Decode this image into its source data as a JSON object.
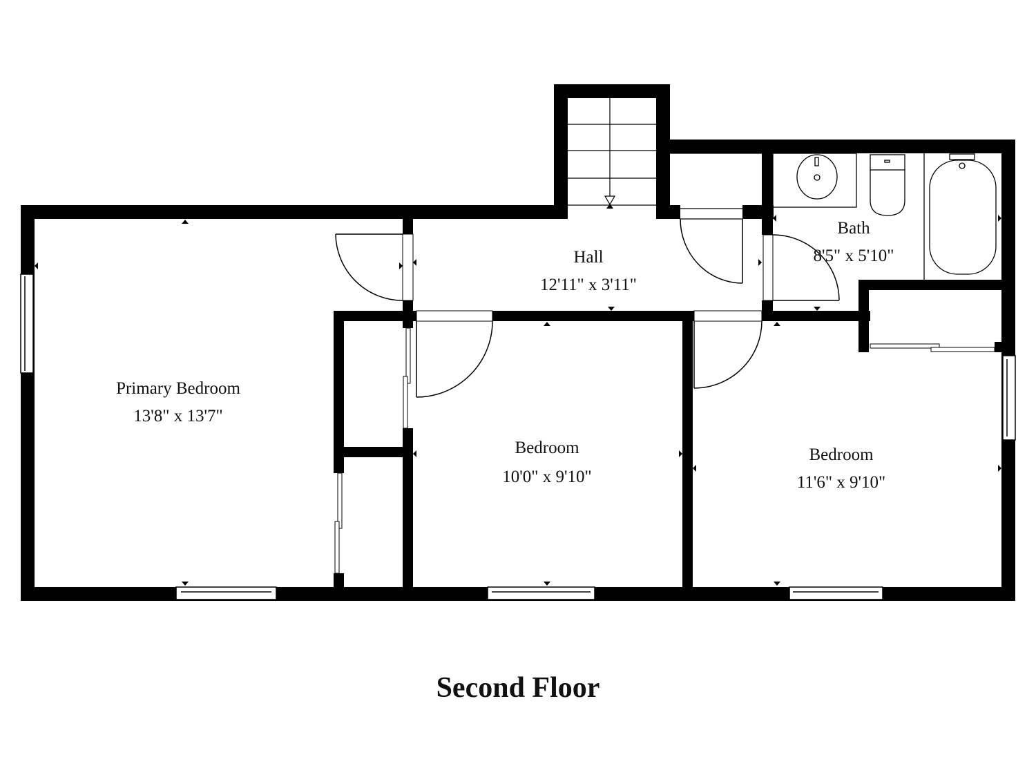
{
  "floor_title": "Second Floor",
  "colors": {
    "wall": "#000000",
    "background": "#ffffff",
    "text": "#111111"
  },
  "rooms": [
    {
      "name": "Primary Bedroom",
      "dimensions": "13'8\" x 13'7\""
    },
    {
      "name": "Hall",
      "dimensions": "12'11\" x 3'11\""
    },
    {
      "name": "Bath",
      "dimensions": "8'5\" x 5'10\""
    },
    {
      "name": "Bedroom",
      "dimensions": "10'0\" x 9'10\""
    },
    {
      "name": "Bedroom",
      "dimensions": "11'6\" x 9'10\""
    }
  ],
  "fixtures": [
    "stairs",
    "sink",
    "toilet",
    "bathtub",
    "closets",
    "doors",
    "windows"
  ]
}
